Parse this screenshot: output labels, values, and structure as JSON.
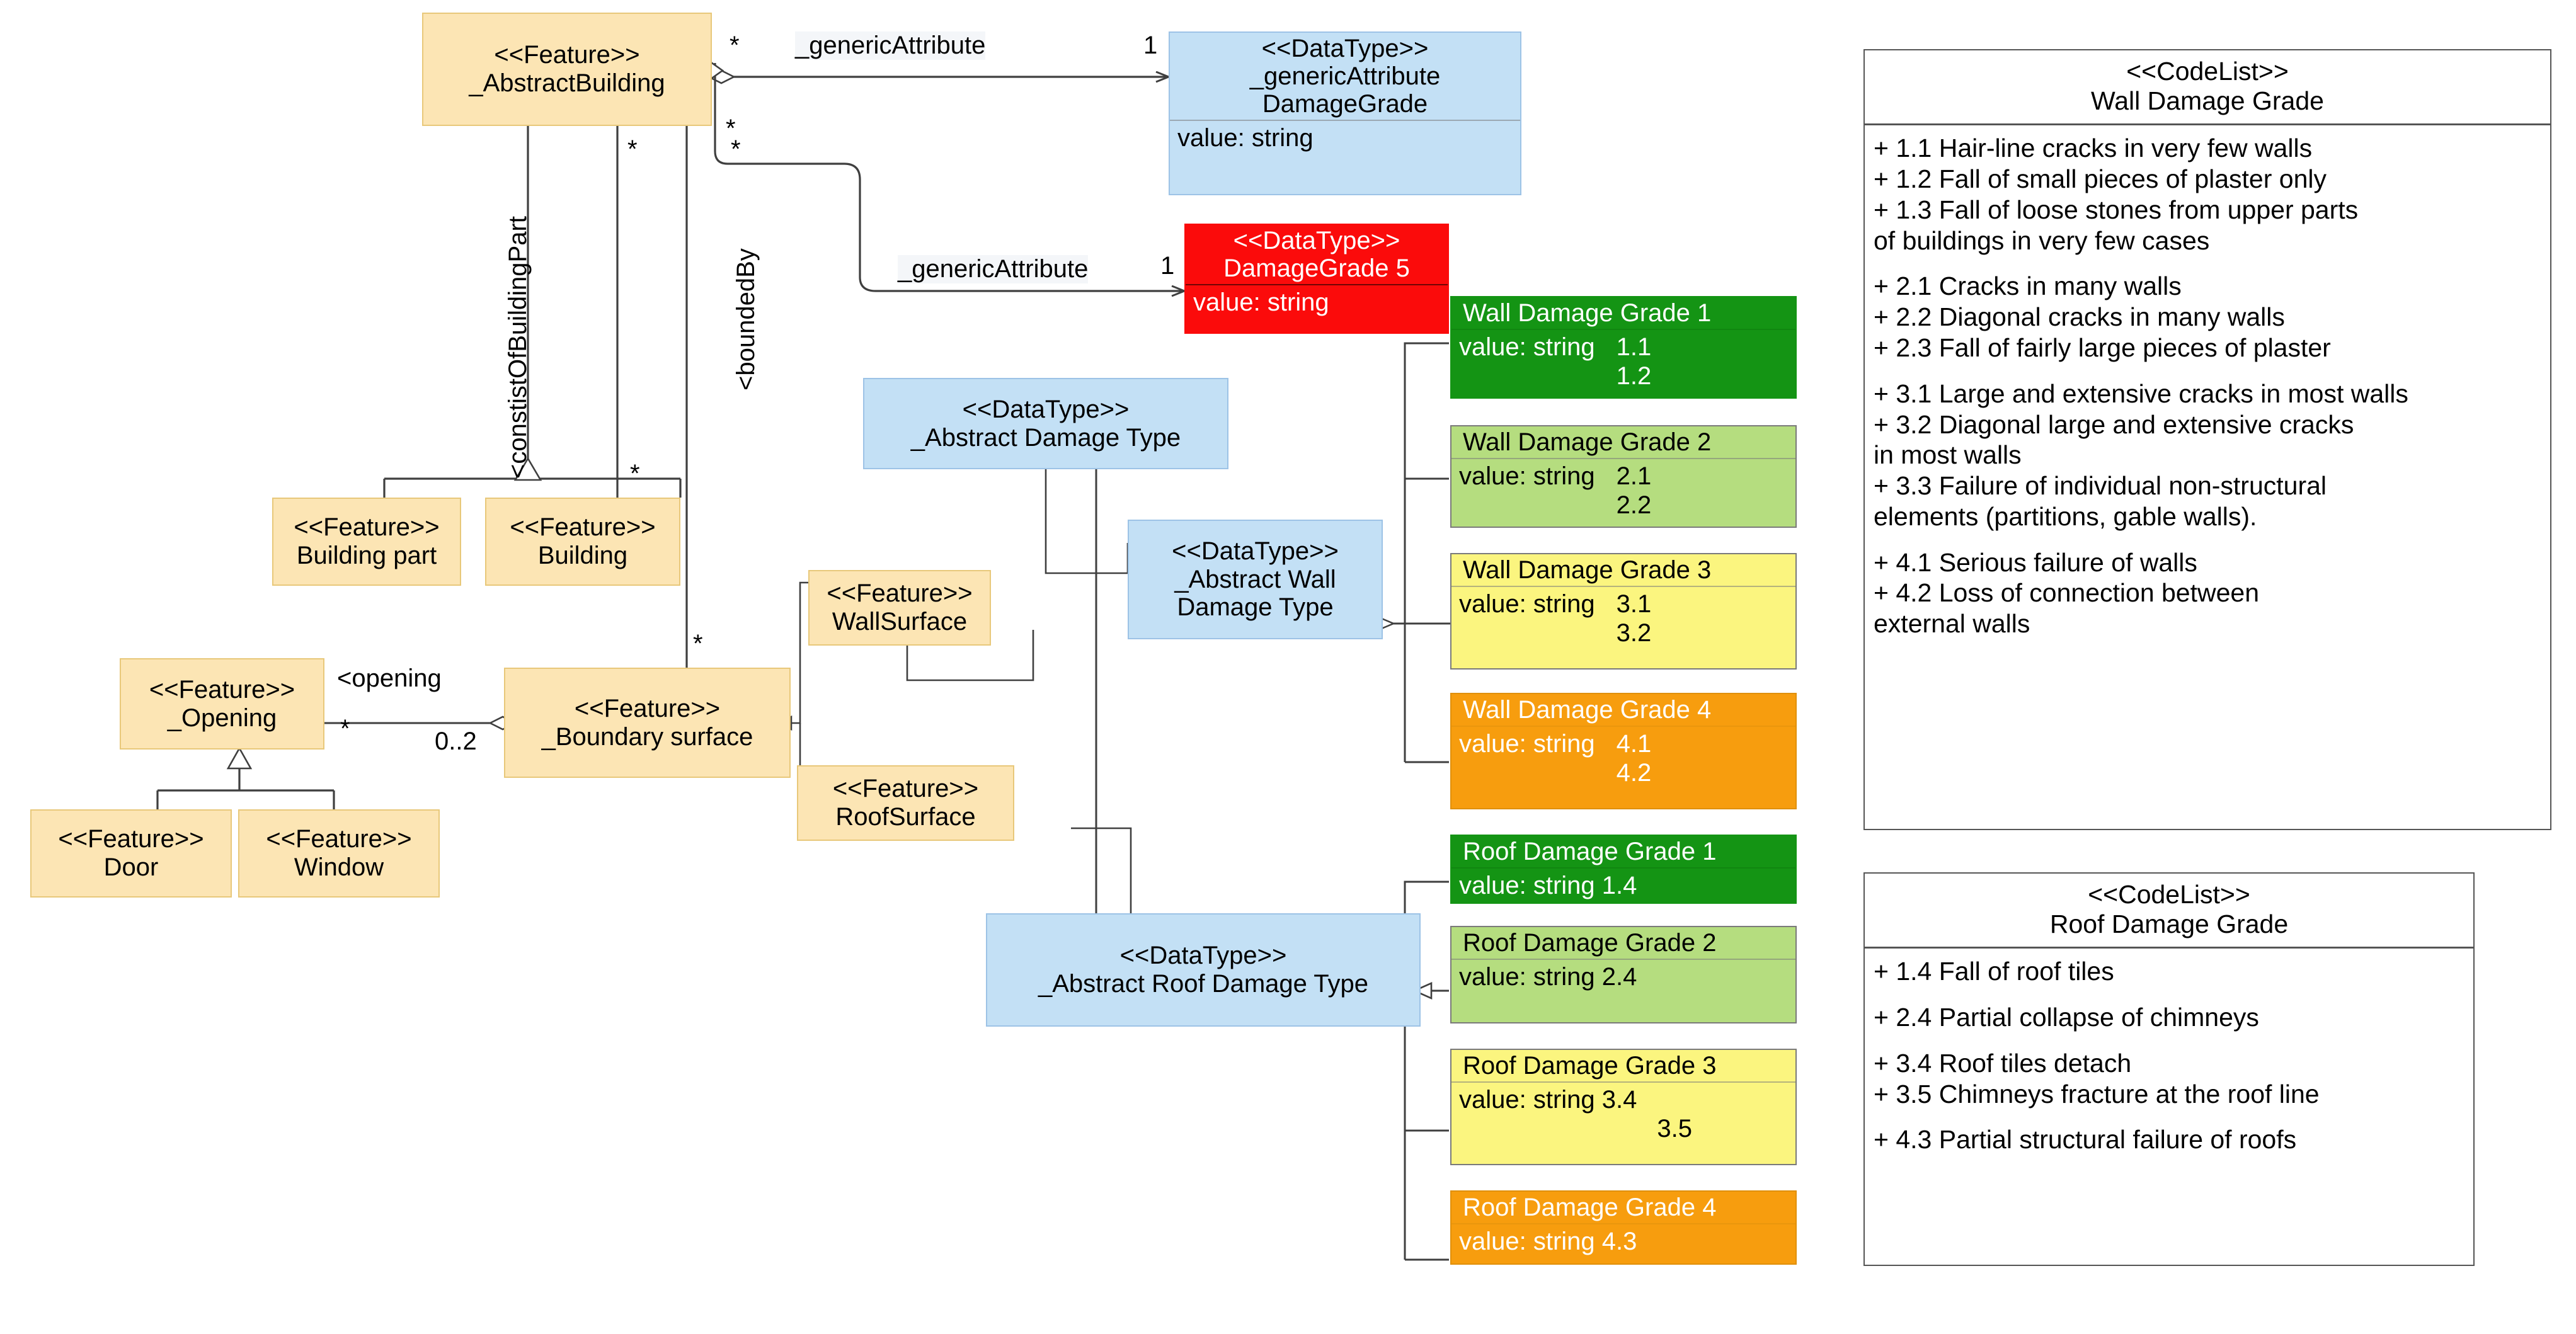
{
  "diagram": {
    "title": "Building Damage UML Class Diagram",
    "stereotypes": {
      "feature": "<<Feature>>",
      "datatype": "<<DataType>>",
      "codelist": "<<CodeList>>"
    },
    "colors": {
      "feature_fill": "#fce5b4",
      "feature_stroke": "#e8c87a",
      "datatype_fill": "#c3e0f5",
      "datatype_stroke": "#9dc3e6",
      "grade1": "#149414",
      "grade2": "#b5dd7f",
      "grade3": "#fbf57f",
      "grade4": "#f79d0e",
      "grade5": "#fb0b0b",
      "line": "#3f3f3f"
    }
  },
  "nodes": {
    "abstract_building": {
      "stereotype": "<<Feature>>",
      "name": "_AbstractBuilding"
    },
    "generic_attribute_damage_grade": {
      "stereotype": "<<DataType>>",
      "name_line1": "_genericAttribute",
      "name_line2": "DamageGrade",
      "attribute": "value: string"
    },
    "damage_grade_5": {
      "stereotype": "<<DataType>>",
      "name": "DamageGrade 5",
      "attribute": "value: string"
    },
    "building_part": {
      "stereotype": "<<Feature>>",
      "name": "Building part"
    },
    "building": {
      "stereotype": "<<Feature>>",
      "name": "Building"
    },
    "opening": {
      "stereotype": "<<Feature>>",
      "name": "_Opening"
    },
    "door": {
      "stereotype": "<<Feature>>",
      "name": "Door"
    },
    "window": {
      "stereotype": "<<Feature>>",
      "name": "Window"
    },
    "boundary_surface": {
      "stereotype": "<<Feature>>",
      "name": "_Boundary surface"
    },
    "wall_surface": {
      "stereotype": "<<Feature>>",
      "name": "WallSurface"
    },
    "roof_surface": {
      "stereotype": "<<Feature>>",
      "name": "RoofSurface"
    },
    "abstract_damage_type": {
      "stereotype": "<<DataType>>",
      "name": "_Abstract Damage Type"
    },
    "abstract_wall_damage_type": {
      "stereotype": "<<DataType>>",
      "name_line1": "_Abstract Wall",
      "name_line2": "Damage Type"
    },
    "abstract_roof_damage_type": {
      "stereotype": "<<DataType>>",
      "name": "_Abstract Roof Damage Type"
    }
  },
  "wall_grades": [
    {
      "title": "Wall Damage Grade 1",
      "attribute": "value: string",
      "values": [
        "1.1",
        "1.2"
      ],
      "fill": "#149414",
      "text": "#ffffff"
    },
    {
      "title": "Wall Damage Grade 2",
      "attribute": "value: string",
      "values": [
        "2.1",
        "2.2"
      ],
      "fill": "#b5dd7f",
      "text": "#000000"
    },
    {
      "title": "Wall Damage Grade 3",
      "attribute": "value: string",
      "values": [
        "3.1",
        "3.2"
      ],
      "fill": "#fbf57f",
      "text": "#000000"
    },
    {
      "title": "Wall Damage Grade 4",
      "attribute": "value: string",
      "values": [
        "4.1",
        "4.2"
      ],
      "fill": "#f79d0e",
      "text": "#ffffff"
    }
  ],
  "roof_grades": [
    {
      "title": "Roof Damage Grade 1",
      "attribute": "value: string 1.4",
      "fill": "#149414",
      "text": "#ffffff"
    },
    {
      "title": "Roof Damage Grade 2",
      "attribute": "value: string 2.4",
      "fill": "#b5dd7f",
      "text": "#000000"
    },
    {
      "title": "Roof Damage Grade 3",
      "attribute": "value: string 3.4",
      "extra": "3.5",
      "fill": "#fbf57f",
      "text": "#000000"
    },
    {
      "title": "Roof Damage Grade 4",
      "attribute": "value: string 4.3",
      "fill": "#f79d0e",
      "text": "#ffffff"
    }
  ],
  "edge_labels": {
    "generic_attribute_top": "_genericAttribute",
    "generic_attribute_mid": "_genericAttribute",
    "consist_of_building_part": "<constistOfBuildingPart",
    "bounded_by": "<boundedBy",
    "opening": "<opening"
  },
  "multiplicities": {
    "ab_generic_star": "*",
    "generic_one_top": "1",
    "ab_consist_star": "*",
    "ab_bounded_star": "*",
    "ab_mid_star": "*",
    "generic_one_mid": "1",
    "boundary_star": "*",
    "opening_star": "*",
    "opening_0_2": "0..2"
  },
  "codelists": {
    "wall": {
      "stereotype": "<<CodeList>>",
      "name": "Wall Damage Grade",
      "groups": [
        [
          "+ 1.1 Hair-line cracks in very few walls",
          "+ 1.2 Fall of small pieces of plaster only",
          "+ 1.3 Fall of loose stones from upper parts",
          "of buildings in very few cases"
        ],
        [
          "+ 2.1 Cracks in many walls",
          "+ 2.2 Diagonal cracks in many walls",
          "+ 2.3 Fall of fairly large pieces of plaster"
        ],
        [
          "+ 3.1 Large and extensive cracks in most walls",
          "+ 3.2 Diagonal large and extensive cracks",
          "in most walls",
          "+ 3.3 Failure of individual non-structural",
          "elements (partitions, gable walls)."
        ],
        [
          "+ 4.1 Serious failure of walls",
          "+ 4.2 Loss of connection between",
          "external walls"
        ]
      ]
    },
    "roof": {
      "stereotype": "<<CodeList>>",
      "name": "Roof Damage Grade",
      "groups": [
        [
          "+ 1.4 Fall of roof tiles"
        ],
        [
          "+ 2.4 Partial collapse of chimneys"
        ],
        [
          "+ 3.4 Roof tiles detach",
          "+ 3.5 Chimneys fracture at the roof line"
        ],
        [
          "+ 4.3 Partial structural failure of roofs"
        ]
      ]
    }
  }
}
